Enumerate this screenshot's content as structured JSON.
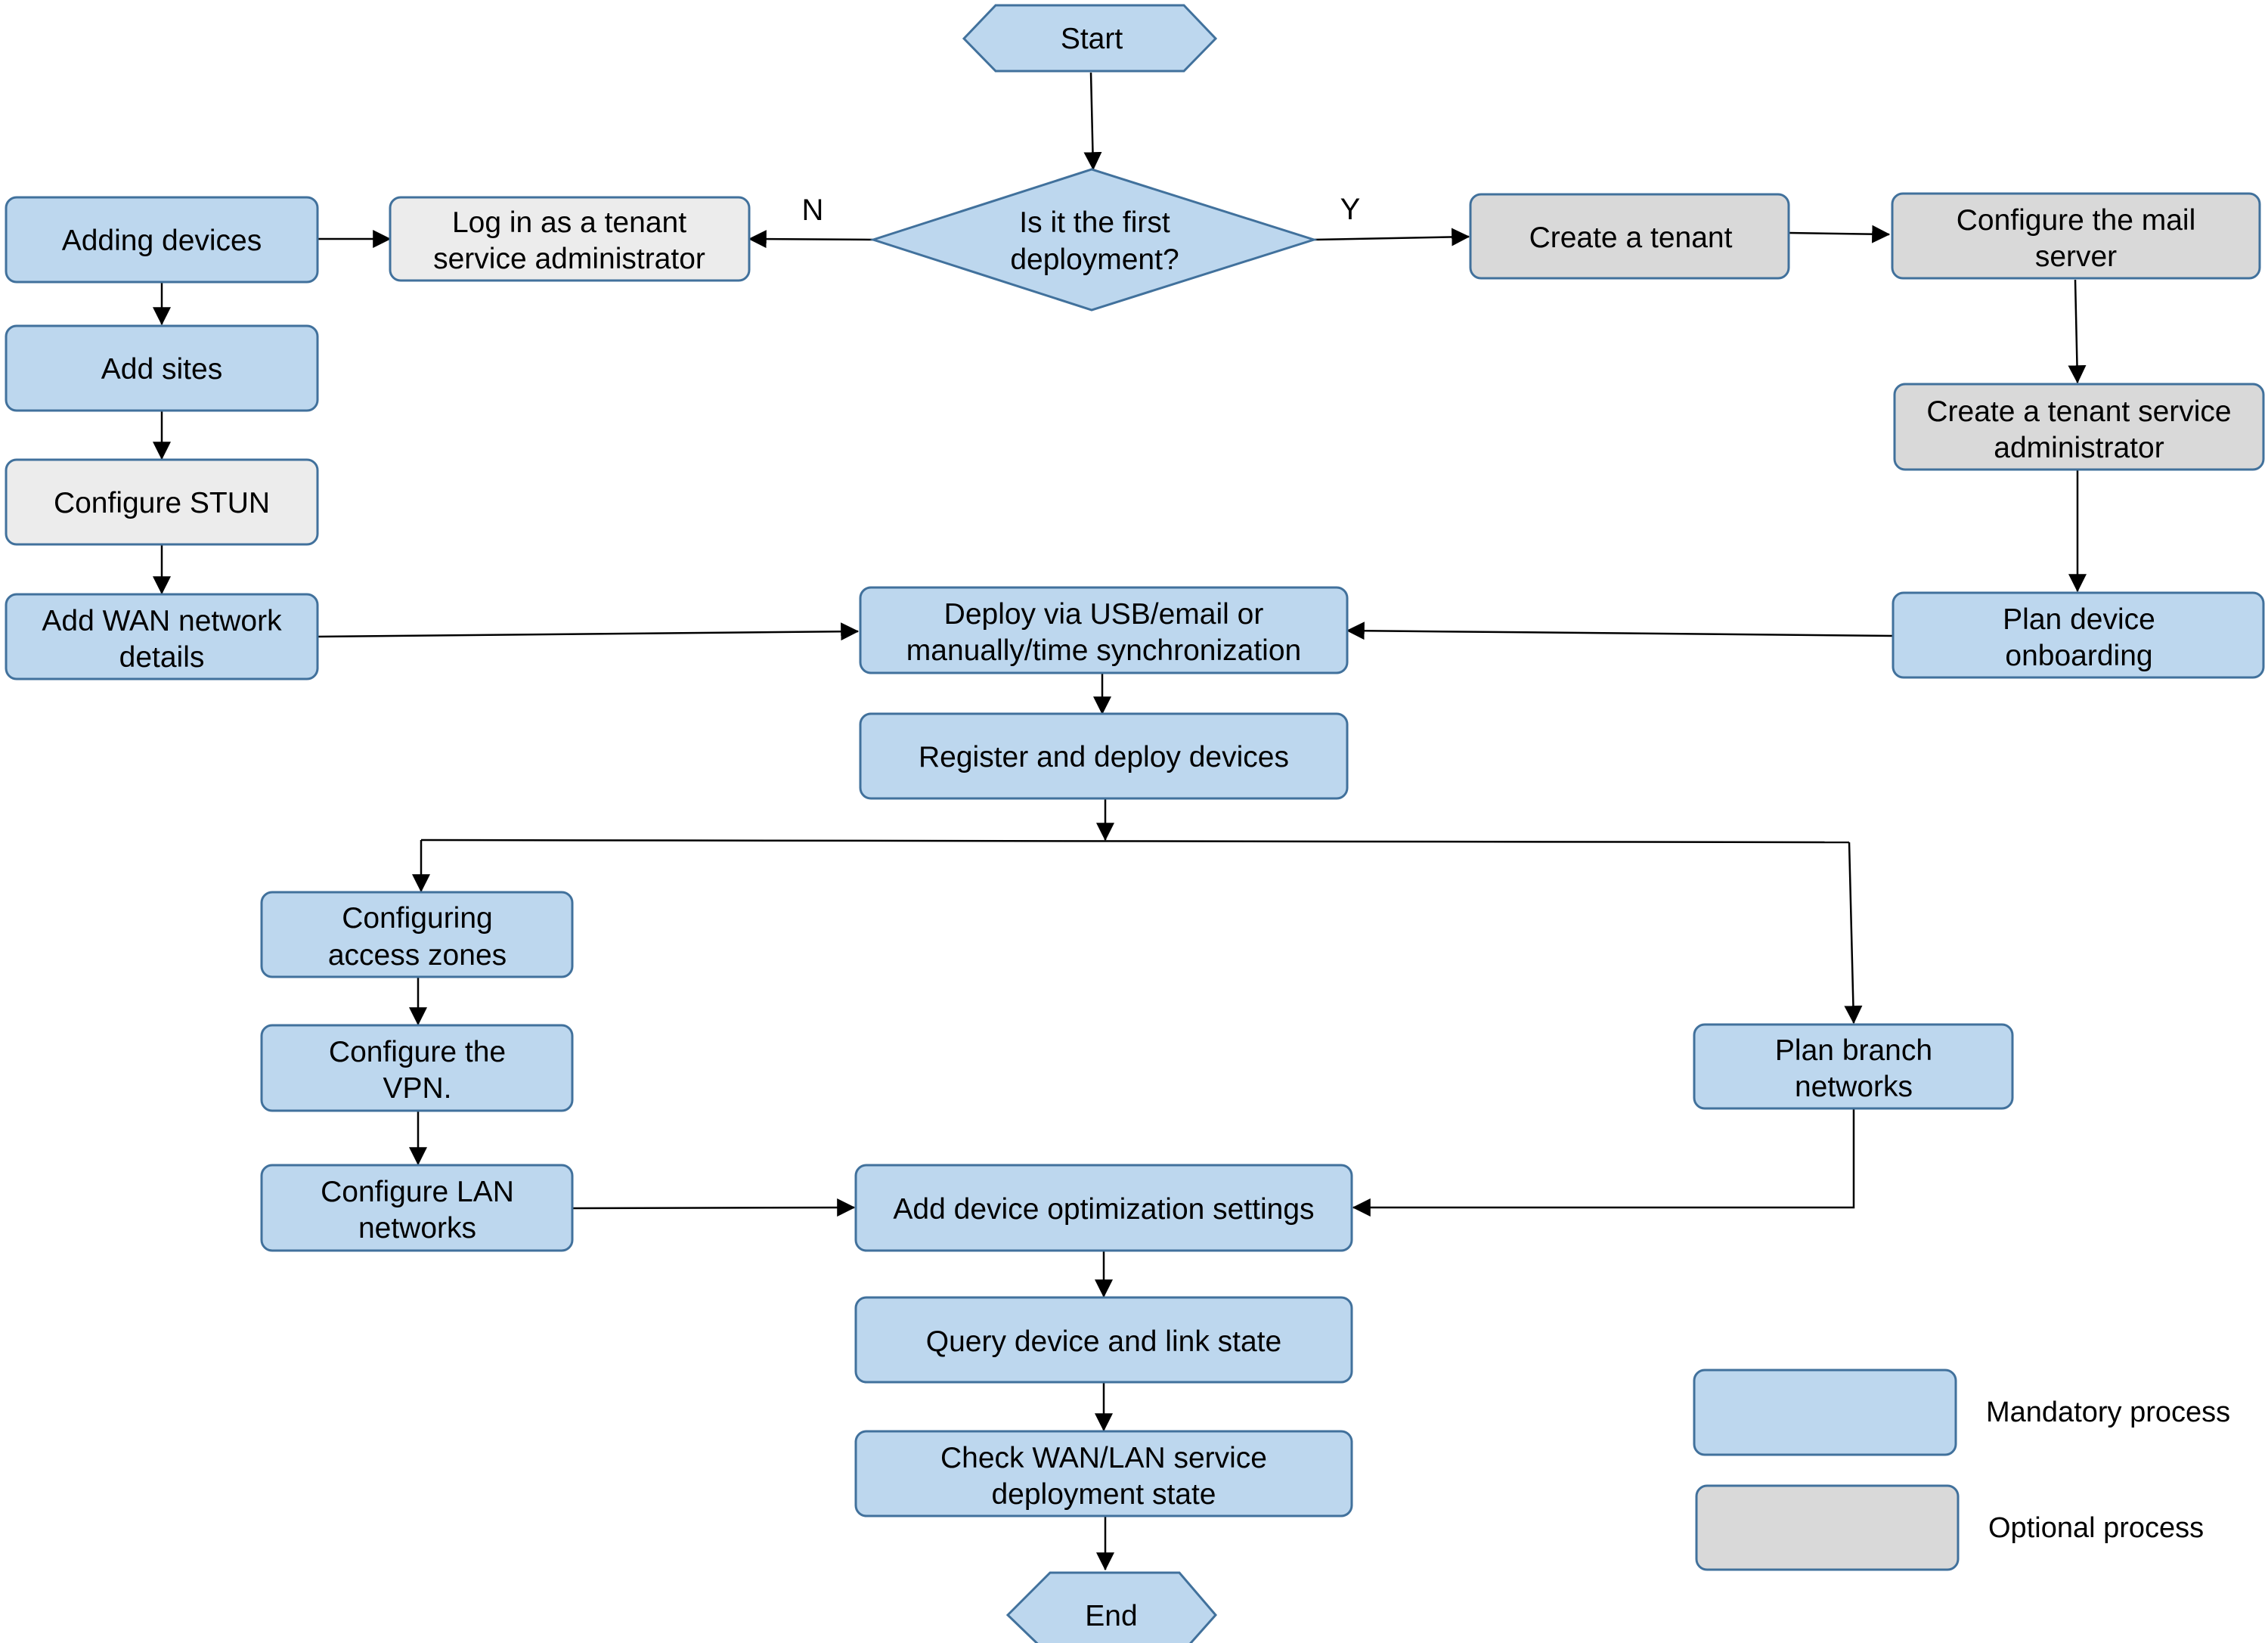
{
  "colors": {
    "mandatory_fill": "#bdd7ee",
    "mandatory_stroke": "#41719c",
    "optional_fill": "#d9d9d9",
    "light_optional_fill": "#ececec",
    "optional_stroke": "#41719c",
    "line": "#000000"
  },
  "nodes": {
    "start": "Start",
    "decision": [
      "Is it the first",
      "deployment?"
    ],
    "login": [
      "Log in as a tenant",
      "service administrator"
    ],
    "adding_devices": "Adding devices",
    "add_sites": "Add sites",
    "configure_stun": "Configure STUN",
    "add_wan": [
      "Add WAN network",
      "details"
    ],
    "create_tenant": "Create a tenant",
    "configure_mail": [
      "Configure the mail",
      "server"
    ],
    "create_admin": [
      "Create a tenant service",
      "administrator"
    ],
    "plan_onboarding": [
      "Plan device",
      "onboarding"
    ],
    "deploy": [
      "Deploy via USB/email or",
      "manually/time synchronization"
    ],
    "register": "Register and deploy devices",
    "access_zones": [
      "Configuring",
      "access zones"
    ],
    "configure_vpn": [
      "Configure the",
      "VPN."
    ],
    "configure_lan": [
      "Configure LAN",
      "networks"
    ],
    "plan_branch": [
      "Plan branch",
      "networks"
    ],
    "optimization": "Add device optimization settings",
    "query_state": "Query device and link state",
    "check_state": [
      "Check WAN/LAN service",
      "deployment state"
    ],
    "end": "End"
  },
  "edge_labels": {
    "no": "N",
    "yes": "Y"
  },
  "legend": {
    "mandatory": "Mandatory process",
    "optional": "Optional process"
  }
}
